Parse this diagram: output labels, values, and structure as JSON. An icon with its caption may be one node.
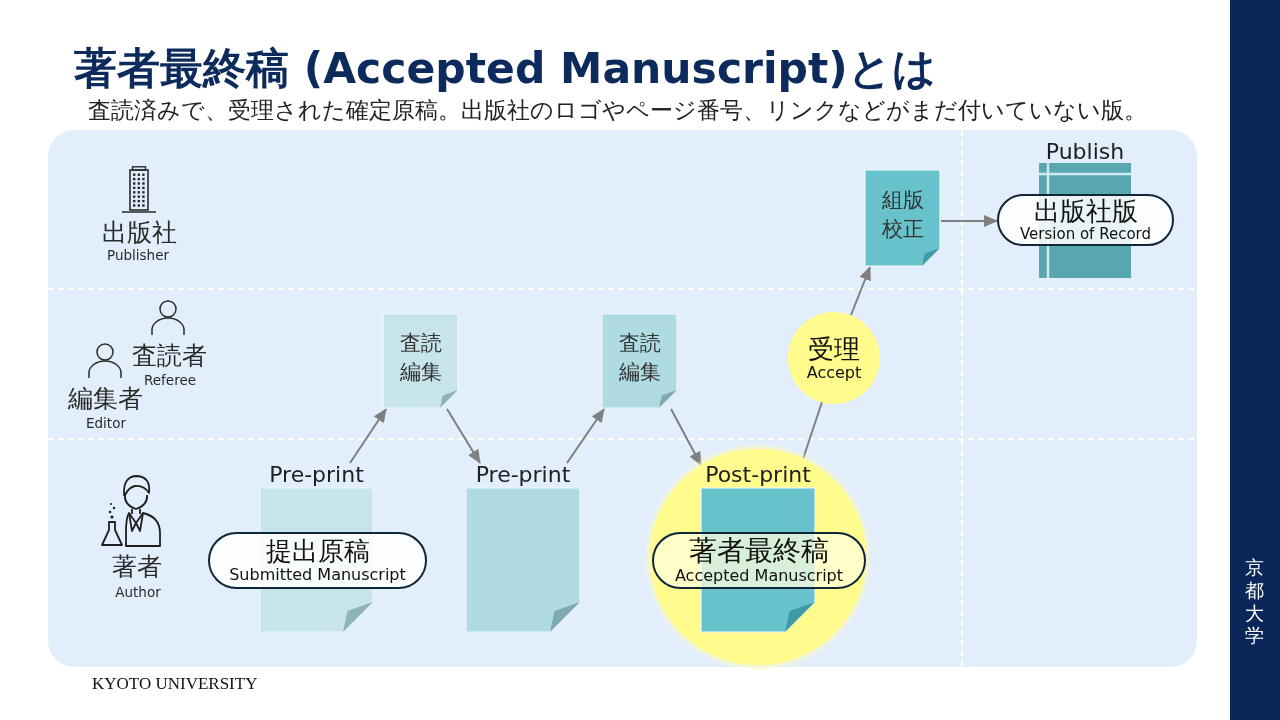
{
  "diagram": {
    "title": "著者最終稿 (Accepted Manuscript)とは",
    "nodes": [
      {
        "text": [
          "Pre-print"
        ]
      },
      {
        "text": [
          "提出原稿",
          "Submitted Manuscript"
        ]
      },
      {
        "text": [
          "査読編集"
        ]
      },
      {
        "text": [
          "Pre-print"
        ]
      },
      {
        "text": [
          "査読編集"
        ]
      },
      {
        "text": [],
        "shape": "circle"
      },
      {
        "text": [
          "Post-print"
        ],
        "in": 5
      },
      {
        "text": [
          "著者最終稿",
          "Accepted Manuscript"
        ],
        "in": 5
      },
      {
        "text": [
          "受理",
          "Accept"
        ]
      },
      {
        "text": [
          "組版校正"
        ]
      },
      {
        "text": [
          "Publish"
        ]
      },
      {
        "text": [
          "出版社版",
          "Version of Record"
        ]
      },
      {
        "text": [
          "京都大学"
        ]
      }
    ],
    "edges": [
      {
        "from": 0,
        "to": 2,
        "arrow": "to"
      },
      {
        "from": 2,
        "to": 3,
        "arrow": "to"
      },
      {
        "from": 3,
        "to": 4,
        "arrow": "to"
      },
      {
        "from": 4,
        "to": 5,
        "arrow": "to"
      },
      {
        "from": 5,
        "to": 8,
        "arrow": "none"
      },
      {
        "from": 8,
        "to": 9,
        "arrow": "to"
      },
      {
        "from": 9,
        "to": 11,
        "arrow": "to"
      }
    ],
    "labels": [
      "査読済みで、受理された確定原稿。出版社のロゴやページ番号、リンクなどがまだ付いていない版。",
      "出版社",
      "Publisher",
      "査読者",
      "Referee",
      "編集者",
      "Editor",
      "著者",
      "Author",
      "KYOTO UNIVERSITY"
    ]
  }
}
